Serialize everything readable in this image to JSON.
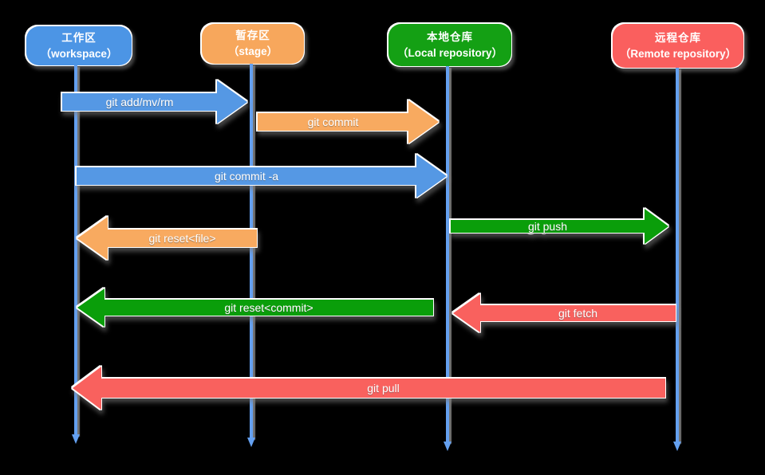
{
  "canvas": {
    "background": "#000000",
    "lifeline_color": "#64a0f0"
  },
  "nodes": [
    {
      "id": "workspace",
      "label_zh": "工作区",
      "label_en": "（workspace）",
      "color": "#4c95e5"
    },
    {
      "id": "stage",
      "label_zh": "暂存区",
      "label_en": "（stage）",
      "color": "#f7a75c"
    },
    {
      "id": "local-repository",
      "label_zh": "本地仓库",
      "label_en": "（Local repository）",
      "color": "#14a014"
    },
    {
      "id": "remote-repository",
      "label_zh": "远程仓库",
      "label_en": "（Remote repository）",
      "color": "#fa5f5e"
    }
  ],
  "arrows": [
    {
      "label": "git add/mv/rm",
      "from": "workspace",
      "to": "stage",
      "direction": "right",
      "color": "#5598e4"
    },
    {
      "label": "git commit",
      "from": "stage",
      "to": "local-repository",
      "direction": "right",
      "color": "#f8aa60"
    },
    {
      "label": "git commit -a",
      "from": "workspace",
      "to": "local-repository",
      "direction": "right",
      "color": "#5598e4"
    },
    {
      "label": "git push",
      "from": "local-repository",
      "to": "remote-repository",
      "direction": "right",
      "color": "#0a9e0a"
    },
    {
      "label": "git reset<file>",
      "from": "stage",
      "to": "workspace",
      "direction": "left",
      "color": "#f8aa60"
    },
    {
      "label": "git reset<commit>",
      "from": "local-repository",
      "to": "workspace",
      "direction": "left",
      "color": "#0a9e0a"
    },
    {
      "label": "git fetch",
      "from": "remote-repository",
      "to": "local-repository",
      "direction": "left",
      "color": "#f9615e"
    },
    {
      "label": "git pull",
      "from": "remote-repository",
      "to": "workspace",
      "direction": "left",
      "color": "#f9615e"
    }
  ]
}
